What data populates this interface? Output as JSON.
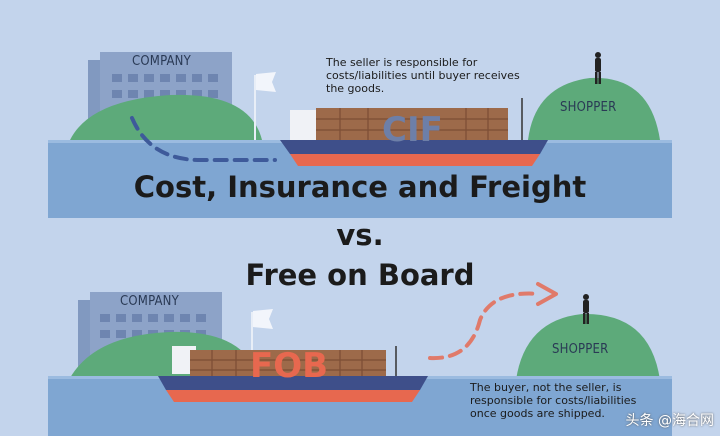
{
  "title_line1": "Cost, Insurance and Freight",
  "title_line2": "vs.",
  "title_line3": "Free on Board",
  "top_scene": {
    "company_label": "COMPANY",
    "shopper_label": "SHOPPER",
    "cargo_label": "CIF",
    "note": "The seller is responsible for costs/liabilities until buyer receives the goods."
  },
  "bottom_scene": {
    "company_label": "COMPANY",
    "shopper_label": "SHOPPER",
    "cargo_label": "FOB",
    "note": "The buyer, not the seller, is responsible for costs/liabilities once goods are shipped."
  },
  "watermark": "头条 @海合网",
  "colors": {
    "sky": "#c3d4ec",
    "water": "#7fa6d2",
    "hill": "#5daa7a",
    "building": "#8da3c8",
    "hull_blue": "#3e4f8a",
    "hull_red": "#e7684f",
    "cargo": "#9d6a4a",
    "arrow_dashed_blue": "#3e5a9a",
    "arrow_dashed_red": "#e07a6a"
  }
}
